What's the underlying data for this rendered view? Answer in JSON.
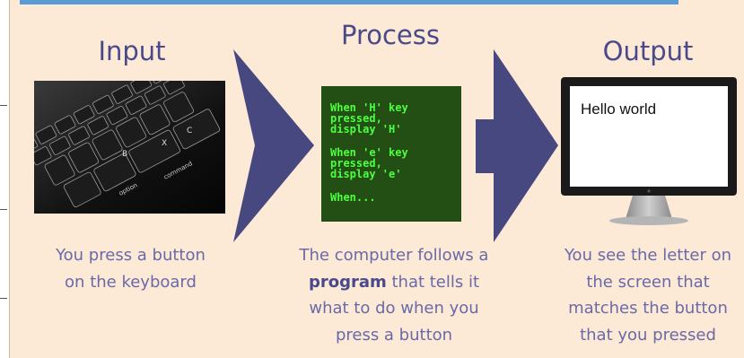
{
  "diagram": {
    "input": {
      "heading": "Input",
      "caption_line1": "You press a button",
      "caption_line2": "on the keyboard"
    },
    "process": {
      "heading": "Process",
      "code_lines": [
        "When 'H' key\npressed,\ndisplay 'H'",
        "When 'e' key\npressed,\ndisplay 'e'",
        "When..."
      ],
      "caption_line1": "The computer follows a",
      "caption_bold": "program",
      "caption_line2_rest": " that tells it",
      "caption_line3": "what to do when you",
      "caption_line4": "press a button"
    },
    "output": {
      "heading": "Output",
      "screen_text": "Hello world",
      "caption_line1": "You see the letter on",
      "caption_line2": "the screen that",
      "caption_line3": "matches the button",
      "caption_line4": "that you pressed"
    }
  },
  "keyboard_keys": [
    "B",
    "X",
    "C",
    "option",
    "command"
  ],
  "colors": {
    "background": "#fce9d6",
    "heading": "#4a4a8a",
    "caption": "#6a6aa8",
    "arrow": "#484880",
    "code_bg": "#234f14",
    "code_text": "#4cff3f",
    "top_bar": "#5b9bd5"
  }
}
